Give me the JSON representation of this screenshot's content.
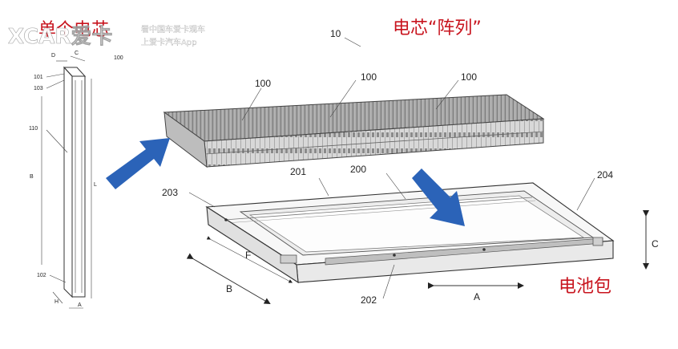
{
  "watermark": {
    "brand": "XCAR爱卡",
    "line1": "看中国车爱卡观车",
    "line2": "上爱卡汽车App"
  },
  "titles": {
    "single_cell": "单个电芯",
    "cell_array": "电芯“阵列”",
    "battery_pack": "电池包"
  },
  "refs": {
    "r10": "10",
    "r100a": "100",
    "r100b": "100",
    "r100c": "100",
    "r100_cell": "100",
    "r101": "101",
    "r103": "103",
    "r110": "110",
    "r102": "102",
    "r200": "200",
    "r201": "201",
    "r202": "202",
    "r203": "203",
    "r204": "204"
  },
  "dims": {
    "D": "D",
    "C_cell": "C",
    "B_cell": "B",
    "L": "L",
    "H": "H",
    "A_cell": "A",
    "F": "F",
    "B": "B",
    "A": "A",
    "C": "C"
  },
  "colors": {
    "arrow_blue": "#2b63b8",
    "title_red": "#c8141e"
  }
}
